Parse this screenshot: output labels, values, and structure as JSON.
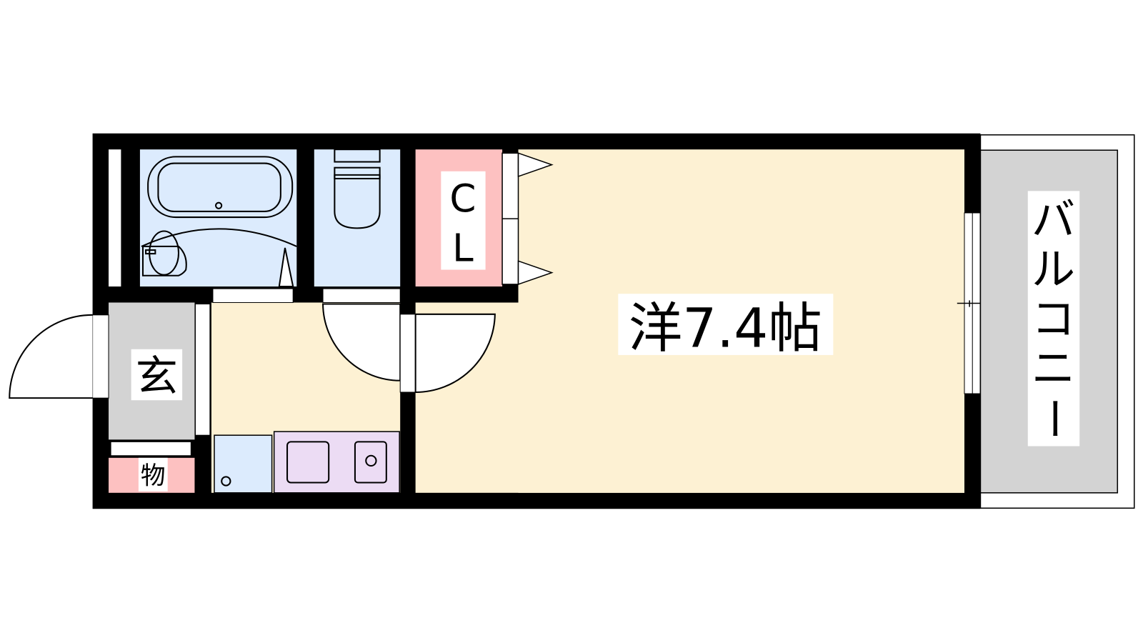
{
  "floorplan": {
    "rooms": {
      "western_room": "洋7.4帖",
      "closet": [
        "C",
        "L"
      ],
      "entrance": "玄",
      "storage": "物",
      "balcony": [
        "バ",
        "ル",
        "コ",
        "ニ",
        "ー"
      ]
    },
    "colors": {
      "wall": "#000000",
      "room": "#fdf1d3",
      "wet_area": "#dcebfd",
      "closet": "#fdc1c1",
      "entrance": "#d3d3d3",
      "kitchen": "#ecdcf4",
      "balcony": "#d3d3d3"
    }
  }
}
